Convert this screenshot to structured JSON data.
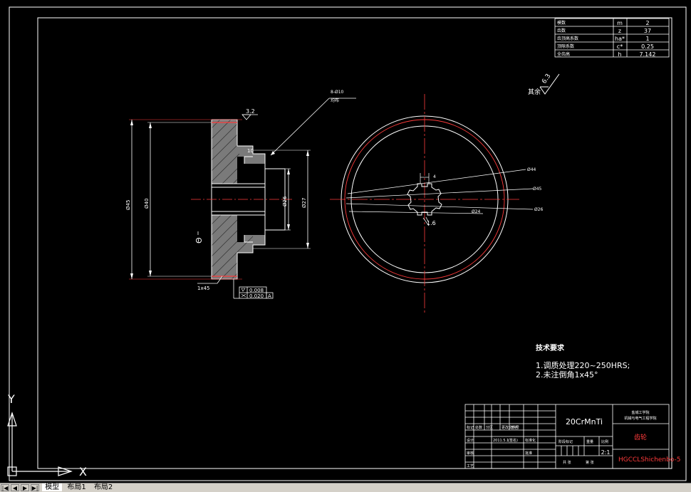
{
  "params": [
    {
      "name": "模数",
      "sym": "m",
      "val": "2"
    },
    {
      "name": "齿数",
      "sym": "z",
      "val": "37"
    },
    {
      "name": "齿顶高系数",
      "sym": "ha*",
      "val": "1"
    },
    {
      "name": "顶隙系数",
      "sym": "c*",
      "val": "0.25"
    },
    {
      "name": "全齿高",
      "sym": "h",
      "val": "7.142"
    }
  ],
  "roughness": {
    "value": "6.3",
    "label": "其余"
  },
  "section": {
    "dims": {
      "od": "Ø45",
      "tip": "Ø40",
      "bore": "Ø26",
      "hub": "Ø27",
      "slot": "10",
      "chamfer": "1x45",
      "rough": "3.2"
    },
    "spline_note_1": "8-Ø10",
    "spline_note_2": "均布",
    "datum": "Θ",
    "tol_1": "0.008",
    "tol_2": "0.020",
    "tol_ref": "A"
  },
  "front": {
    "key": "4",
    "d1": "Ø44",
    "d2": "Ø45",
    "d3": "Ø26",
    "d4": "Ø24",
    "rough": "1.6"
  },
  "tech": {
    "title": "技术要求",
    "line1": "1.调质处理220~250HRS;",
    "line2": "2.未注倒角1x45°"
  },
  "title_block": {
    "material": "20CrMnTi",
    "school_1": "盐城工学院",
    "school_2": "机械与电气工程学院",
    "part": "齿轮",
    "drawing_no": "HGCCLShichenbo-5",
    "scale": "2:1",
    "date": "2011.5.1",
    "labels": {
      "mark": "标记",
      "count": "处数",
      "zone": "分区",
      "change": "更改文件号",
      "sign": "签名",
      "design": "设计",
      "check": "审核",
      "process": "工艺",
      "stage": "阶段标记",
      "weight": "重量",
      "ratio": "比例",
      "sheets": "共 张",
      "sheet": "第 张",
      "standard": "标准化",
      "approve": "批准",
      "signed": "(签名)"
    }
  },
  "ucs": {
    "x": "X",
    "y": "Y"
  },
  "tabs": {
    "nav_first": "|◀",
    "nav_prev": "◀",
    "nav_next": "▶",
    "nav_last": "▶|",
    "model": "模型",
    "layout1": "布局1",
    "layout2": "布局2"
  }
}
